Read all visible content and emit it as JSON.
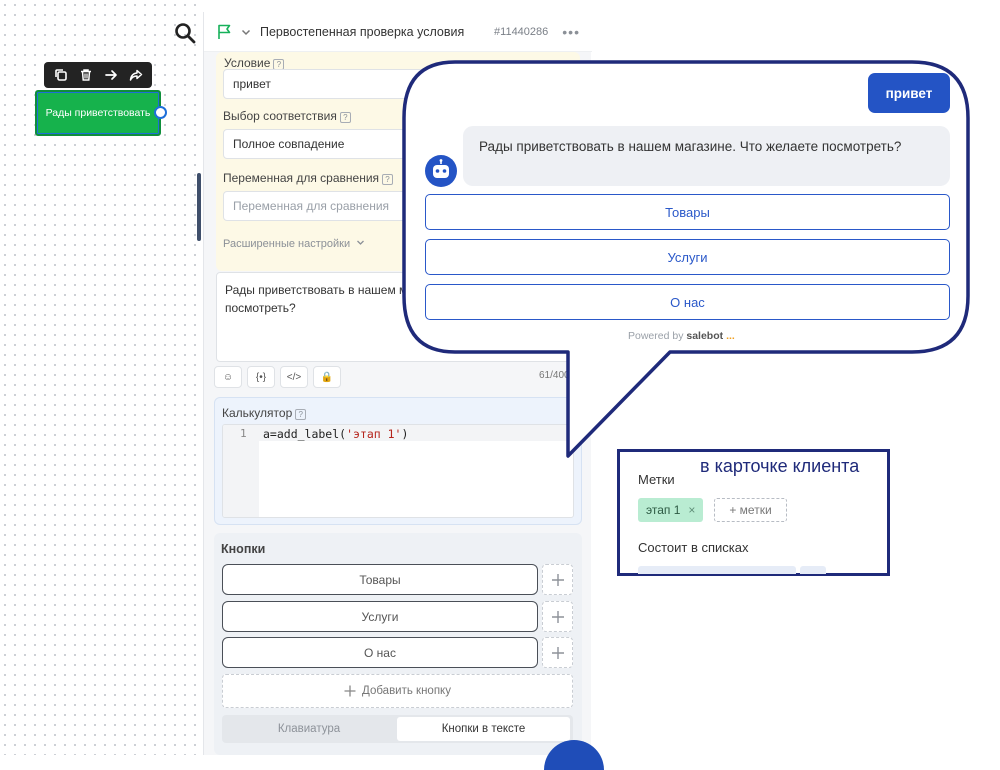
{
  "header": {
    "title": "Первостепенная проверка условия",
    "id": "#11440286",
    "more": "•••"
  },
  "canvas": {
    "node_label": "Рады приветствовать"
  },
  "condition": {
    "label": "Условие",
    "value": "привет",
    "match_label": "Выбор соответствия",
    "match_value": "Полное совпадение",
    "var_label": "Переменная для сравнения",
    "var_placeholder": "Переменная для сравнения",
    "advanced": "Расширенные настройки"
  },
  "message": {
    "text": "Рады приветствовать в нашем магазине. Что желаете посмотреть?",
    "counter": "61/4000",
    "tools": [
      "☺",
      "{•}",
      "</>",
      "🔒"
    ]
  },
  "calculator": {
    "label": "Калькулятор",
    "line_no": "1",
    "code_prefix": "a=add_label(",
    "code_string": "'этап 1'",
    "code_suffix": ")"
  },
  "buttons": {
    "label": "Кнопки",
    "items": [
      "Товары",
      "Услуги",
      "О нас"
    ],
    "add_label": "Добавить кнопку",
    "tabs": [
      "Клавиатура",
      "Кнопки в тексте"
    ]
  },
  "chat": {
    "user_message": "привет",
    "bot_message": "Рады приветствовать в нашем магазине. Что желаете посмотреть?",
    "buttons": [
      "Товары",
      "Услуги",
      "О нас"
    ],
    "powered_prefix": "Powered by",
    "powered_brand": "salebot",
    "powered_dots": "..."
  },
  "card": {
    "note": "в карточке клиента",
    "tags_label": "Метки",
    "tag": "этап 1",
    "add_tag": "+ метки",
    "lists_label": "Состоит в списках"
  },
  "colors": {
    "accent": "#2454c5",
    "node_green": "#16b24c",
    "annotation": "#1f2a7a"
  }
}
